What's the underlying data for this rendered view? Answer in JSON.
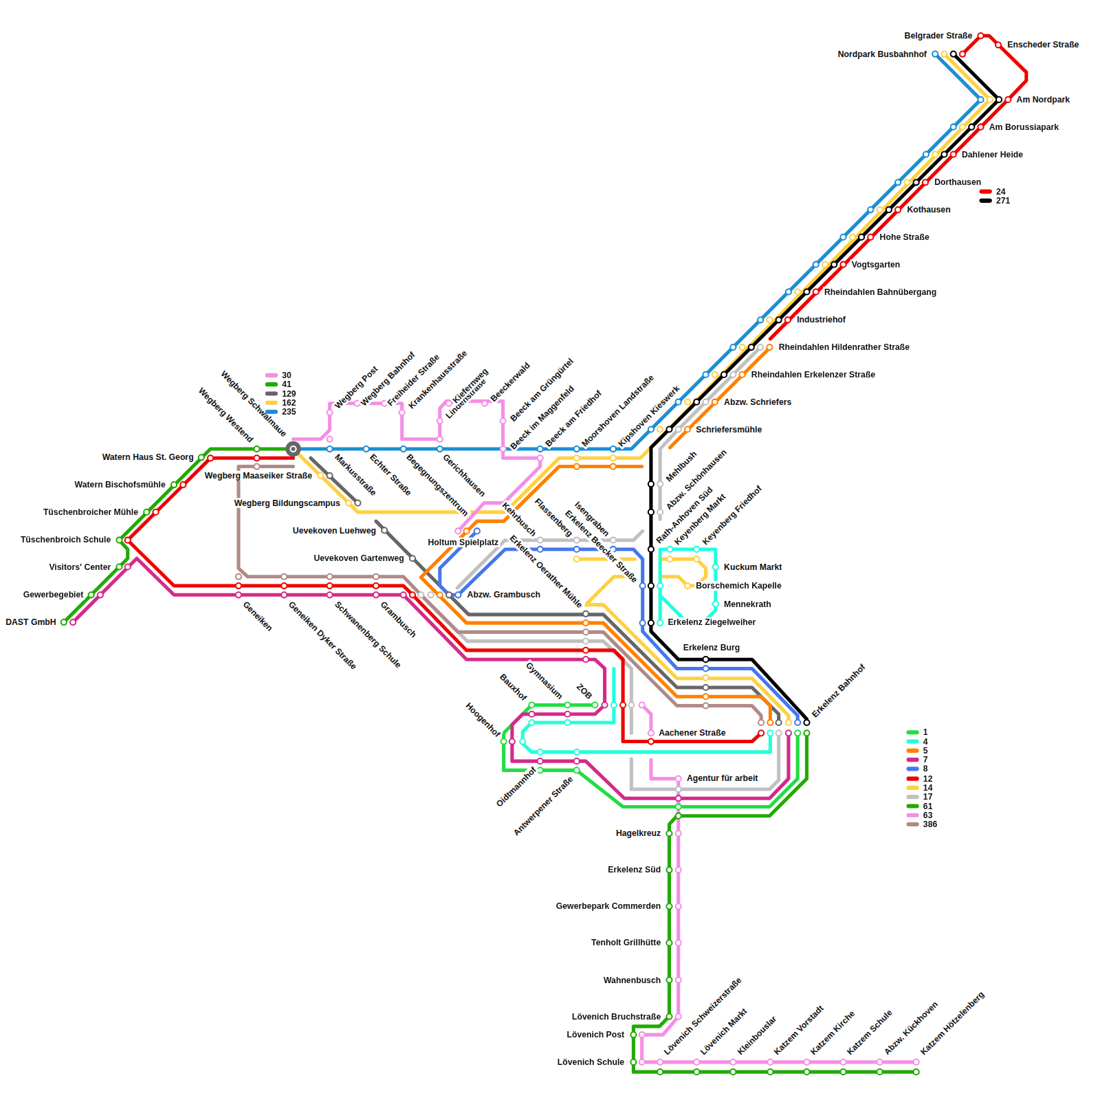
{
  "diagram": {
    "labels": [
      "Belgrader Straße",
      "Enscheder Straße",
      "Nordpark Busbahnhof",
      "Am Nordpark",
      "Am Borussiapark",
      "Dahlener Heide",
      "Dorthausen",
      "Kothausen",
      "Hohe Straße",
      "Vogtsgarten",
      "Rheindahlen Bahnübergang",
      "Industriehof",
      "Rheindahlen Hildenrather Straße",
      "Rheindahlen Erkelenzer Straße",
      "Abzw. Schriefers",
      "Schriefersmühle",
      "Mehlbush",
      "Abzw. Schönhausen",
      "Rath-Anhoven Süd",
      "Keyenberg Markt",
      "Keyenberg Friedhof",
      "Kuckum Markt",
      "Borschemich Kapelle",
      "Mennekrath",
      "Erkelenz Ziegelweiher",
      "Erkelenz Burg",
      "Erkelenz Bahnhof",
      "Aachener Straße",
      "Agentur für arbeit",
      "Watern Haus St. Georg",
      "Watern Bischofsmühle",
      "Tüschenbroicher Mühle",
      "Tüschenbroich Schule",
      "Visitors' Center",
      "Gewerbegebiet",
      "DAST GmbH",
      "Wegberg Westend",
      "Wegberg Schwalmaue",
      "Wegberg Maaseiker Straße",
      "Wegberg Bildungscampus",
      "Wegberg Post",
      "Wegberg Bahnhof",
      "Freiheider Straße",
      "Krankenhausstraße",
      "Lindenstraße",
      "Kiefernweg",
      "Beeckerwald",
      "Beeck am Grüngürtel",
      "Beeck im Maggenfeld",
      "Beeck am Friedhof",
      "Moorshoven Landstraße",
      "Kipshoven Kieswerk",
      "Markusstraße",
      "Echter Straße",
      "Begegnungszentrum",
      "Gerichhausen",
      "Uevekoven Luehweg",
      "Uevekoven Gartenweg",
      "Holtum Spielplatz",
      "Abzw. Grambusch",
      "Kehrbusch",
      "Flassenberg",
      "Isengraben",
      "Erkelenz Beecker Straße",
      "Erkelenz Oerather Mühle",
      "Geneiken",
      "Geneiken Dyker Straße",
      "Schwanenberg Schule",
      "Grambusch",
      "Hoogenhof",
      "Bauxhof",
      "Gymnasium",
      "ZOB",
      "Oidtmannhof",
      "Antwerpener Straße",
      "Hagelkreuz",
      "Erkelenz Süd",
      "Gewerbepark Commerden",
      "Tenholt Grillhütte",
      "Wahnenbusch",
      "Lövenich Bruchstraße",
      "Lövenich Post",
      "Lövenich Schule",
      "Lövenich Schweizerstraße",
      "Lövenich Markt",
      "Kleinbouslar",
      "Katzem Vorstadt",
      "Katzem Kirche",
      "Katzem Schule",
      "Abzw. Kückhoven",
      "Katzem Hötzelenberg"
    ],
    "legend": [
      {
        "text": "30",
        "color": "#f58ee6"
      },
      {
        "text": "41",
        "color": "#22aa00"
      },
      {
        "text": "129",
        "color": "#666666"
      },
      {
        "text": "162",
        "color": "#ffd040"
      },
      {
        "text": "235",
        "color": "#1a8fd5"
      },
      {
        "text": "24",
        "color": "#ee0000"
      },
      {
        "text": "271",
        "color": "#000000"
      },
      {
        "text": "1",
        "color": "#22dd44"
      },
      {
        "text": "4",
        "color": "#22ffdd"
      },
      {
        "text": "5",
        "color": "#ff8000"
      },
      {
        "text": "7",
        "color": "#d42a8a"
      },
      {
        "text": "8",
        "color": "#4477ee"
      },
      {
        "text": "12",
        "color": "#ee0000"
      },
      {
        "text": "14",
        "color": "#ffd040"
      },
      {
        "text": "17",
        "color": "#c0c0c0"
      },
      {
        "text": "61",
        "color": "#22aa00"
      },
      {
        "text": "63",
        "color": "#f58ee6"
      },
      {
        "text": "386",
        "color": "#b08a88"
      }
    ]
  }
}
